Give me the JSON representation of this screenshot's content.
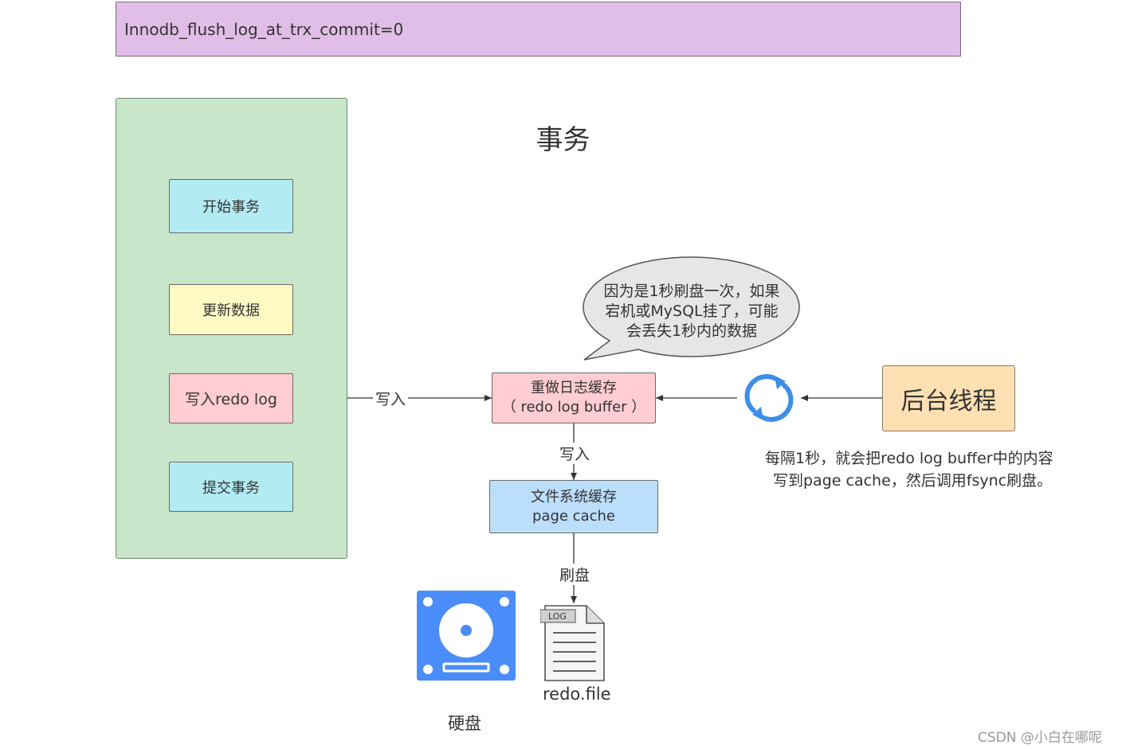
{
  "header": {
    "title": "Innodb_flush_log_at_trx_commit=0"
  },
  "transaction": {
    "title": "事务",
    "steps": [
      "开始事务",
      "更新数据",
      "写入redo log",
      "提交事务"
    ]
  },
  "redo_buffer": {
    "line1": "重做日志缓存",
    "line2": "（ redo log buffer ）"
  },
  "page_cache": {
    "line1": "文件系统缓存",
    "line2": "page cache"
  },
  "background_thread": {
    "label": "后台线程"
  },
  "labels": {
    "write_in_1": "写入",
    "write_in_2": "写入",
    "flush": "刷盘",
    "disk": "硬盘",
    "redo_file": "redo.file",
    "log_tag": "LOG"
  },
  "bubble": {
    "line1": "因为是1秒刷盘一次，如果",
    "line2": "宕机或MySQL挂了，可能",
    "line3": "会丢失1秒内的数据"
  },
  "note": {
    "line1": "每隔1秒，就会把redo log buffer中的内容",
    "line2": "写到page cache，然后调用fsync刷盘。"
  },
  "watermark": "CSDN @小白在哪呢",
  "icons": [
    "refresh-icon",
    "hard-disk-icon",
    "log-file-icon"
  ],
  "colors": {
    "header_bg": "#e1bee7",
    "panel_bg": "#c8e6c9",
    "step_cyan": "#b2ebf2",
    "step_yellow": "#fff9c4",
    "step_pink": "#ffcdd2",
    "cache_blue": "#bbdefb",
    "thread_orange": "#ffe0b2",
    "disk_blue": "#448aff"
  }
}
